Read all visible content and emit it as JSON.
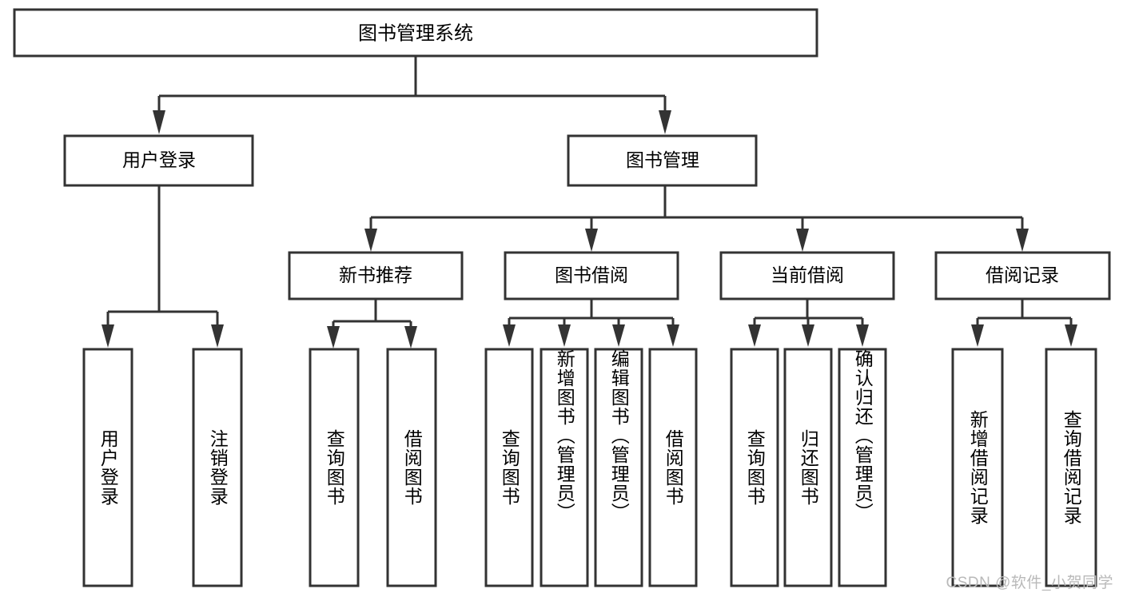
{
  "diagram": {
    "title": "图书管理系统",
    "type": "tree-hierarchy",
    "root": {
      "id": "root",
      "label": "图书管理系统",
      "orientation": "horizontal"
    },
    "level2": [
      {
        "id": "user-login",
        "label": "用户登录",
        "orientation": "horizontal"
      },
      {
        "id": "book-manage",
        "label": "图书管理",
        "orientation": "horizontal"
      }
    ],
    "level3": [
      {
        "id": "new-book-rec",
        "label": "新书推荐",
        "orientation": "horizontal",
        "parent": "book-manage"
      },
      {
        "id": "book-borrow",
        "label": "图书借阅",
        "orientation": "horizontal",
        "parent": "book-manage"
      },
      {
        "id": "current-borrow",
        "label": "当前借阅",
        "orientation": "horizontal",
        "parent": "book-manage"
      },
      {
        "id": "borrow-record",
        "label": "借阅记录",
        "orientation": "horizontal",
        "parent": "book-manage"
      }
    ],
    "leaves": [
      {
        "id": "leaf-user-login",
        "label": "用户登录",
        "orientation": "vertical",
        "parent": "user-login"
      },
      {
        "id": "leaf-user-logout",
        "label": "注销登录",
        "orientation": "vertical",
        "parent": "user-login"
      },
      {
        "id": "leaf-query-book-1",
        "label": "查询图书",
        "orientation": "vertical",
        "parent": "new-book-rec"
      },
      {
        "id": "leaf-borrow-book-1",
        "label": "借阅图书",
        "orientation": "vertical",
        "parent": "new-book-rec"
      },
      {
        "id": "leaf-query-book-2",
        "label": "查询图书",
        "orientation": "vertical",
        "parent": "book-borrow"
      },
      {
        "id": "leaf-add-book",
        "label": "新增图书（管理员）",
        "orientation": "vertical",
        "parent": "book-borrow"
      },
      {
        "id": "leaf-edit-book",
        "label": "编辑图书（管理员）",
        "orientation": "vertical",
        "parent": "book-borrow"
      },
      {
        "id": "leaf-borrow-book-2",
        "label": "借阅图书",
        "orientation": "vertical",
        "parent": "book-borrow"
      },
      {
        "id": "leaf-query-book-3",
        "label": "查询图书",
        "orientation": "vertical",
        "parent": "current-borrow"
      },
      {
        "id": "leaf-return-book",
        "label": "归还图书",
        "orientation": "vertical",
        "parent": "current-borrow"
      },
      {
        "id": "leaf-confirm-return",
        "label": "确认归还（管理员）",
        "orientation": "vertical",
        "parent": "current-borrow"
      },
      {
        "id": "leaf-add-record",
        "label": "新增借阅记录",
        "orientation": "vertical",
        "parent": "borrow-record"
      },
      {
        "id": "leaf-query-record",
        "label": "查询借阅记录",
        "orientation": "vertical",
        "parent": "borrow-record"
      }
    ],
    "colors": {
      "stroke": "#333333",
      "fill": "#ffffff",
      "text": "#000000",
      "watermark": "#b9b9b9"
    }
  },
  "watermark": {
    "text": "CSDN @软件_小贺同学"
  }
}
